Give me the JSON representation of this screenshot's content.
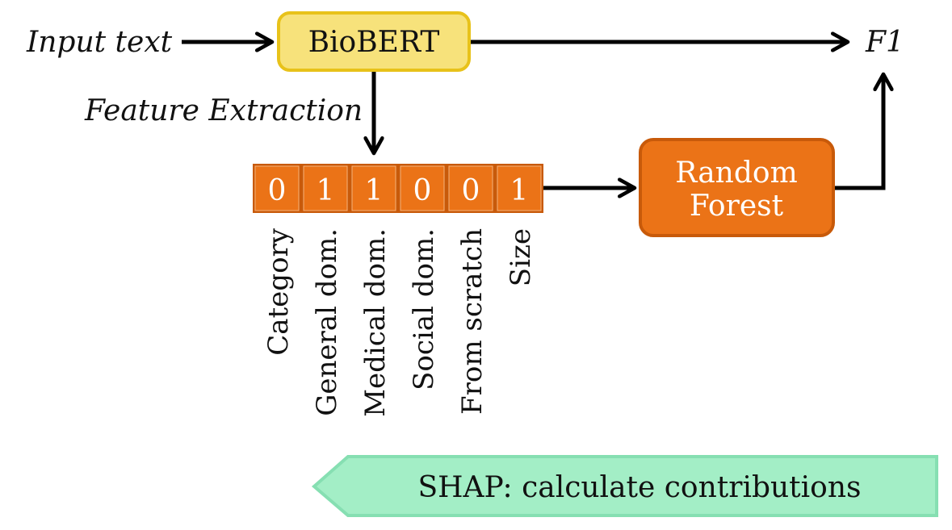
{
  "input_label": "Input text",
  "model_label": "BioBERT",
  "output_label": "F1",
  "extraction_label": "Feature Extraction",
  "classifier_label_line1": "Random",
  "classifier_label_line2": "Forest",
  "shap_label": "SHAP: calculate contributions",
  "features": [
    {
      "value": "0",
      "name": "Category"
    },
    {
      "value": "1",
      "name": "General dom."
    },
    {
      "value": "1",
      "name": "Medical dom."
    },
    {
      "value": "0",
      "name": "Social dom."
    },
    {
      "value": "0",
      "name": "From scratch"
    },
    {
      "value": "1",
      "name": "Size"
    }
  ],
  "colors": {
    "biobert_fill": "#f7e27b",
    "biobert_border": "#e8c21a",
    "orange_fill": "#eb7317",
    "orange_border": "#c85a0a",
    "shap_fill": "#a3eec6",
    "shap_border": "#86dfb2"
  }
}
